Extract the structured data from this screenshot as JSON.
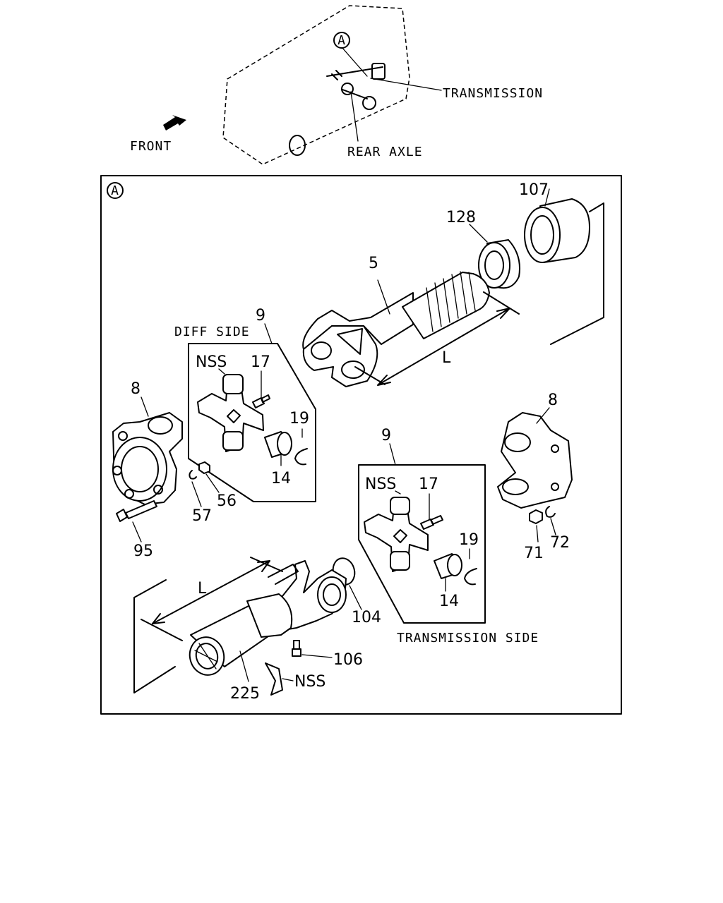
{
  "overview": {
    "view_marker": "A",
    "front_label": "FRONT",
    "transmission_label": "TRANSMISSION",
    "rear_axle_label": "REAR AXLE"
  },
  "detail": {
    "view_marker": "A",
    "diff_side_label": "DIFF SIDE",
    "transmission_side_label": "TRANSMISSION SIDE",
    "length_label": "L",
    "kit_callout": "9",
    "kit_nss": "NSS",
    "parts": {
      "p107": "107",
      "p128": "128",
      "p5": "5",
      "p8": "8",
      "p17": "17",
      "p19": "19",
      "p14": "14",
      "p56": "56",
      "p57": "57",
      "p95": "95",
      "p71": "71",
      "p72": "72",
      "p104": "104",
      "p106": "106",
      "p225": "225",
      "nss": "NSS"
    }
  }
}
